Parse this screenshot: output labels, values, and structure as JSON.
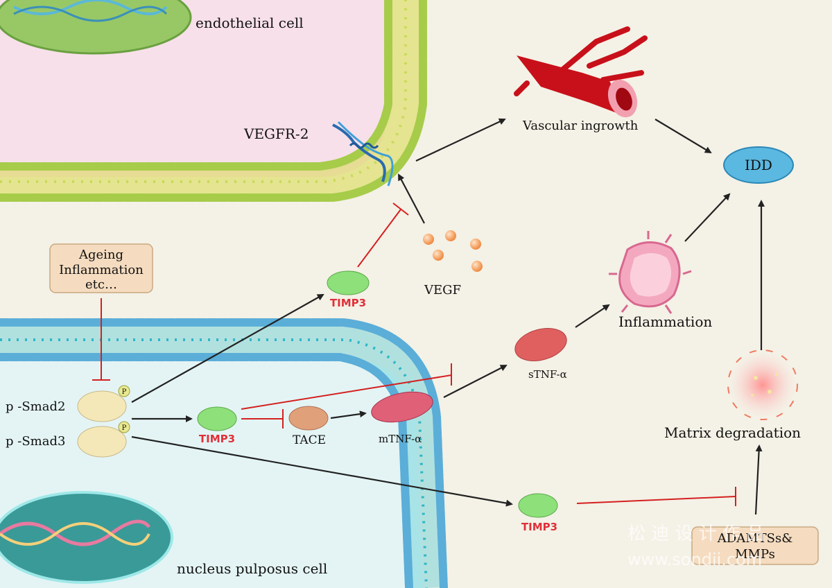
{
  "labels": {
    "endothelial_cell": "endothelial cell",
    "nucleus_pulposus_cell": "nucleus pulposus cell",
    "vegfr2": "VEGFR-2",
    "vascular_ingrowth": "Vascular ingrowth",
    "idd": "IDD",
    "vegf": "VEGF",
    "timp3_top": "TIMP3",
    "timp3_mid": "TIMP3",
    "timp3_bottom": "TIMP3",
    "inflammation": "Inflammation",
    "stnf": "sTNF-α",
    "mtnf": "mTNF-α",
    "tace": "TACE",
    "psmad2": "p -Smad2",
    "psmad3": "p -Smad3",
    "phospho": "P",
    "matrix_degradation": "Matrix degradation"
  },
  "boxes": {
    "ageing": [
      "Ageing",
      "Inflammation",
      "etc…"
    ],
    "adamts": [
      "ADAMTSs&",
      "MMPs"
    ]
  },
  "watermark": {
    "line1": "松 迪 设 计 作 品",
    "line2": "www.sondii.com"
  },
  "colors": {
    "activation_arrow": "#222222",
    "inhibition": "#d42020",
    "timp3_fill": "#8ee07a",
    "idd_fill": "#5bb8e0"
  }
}
